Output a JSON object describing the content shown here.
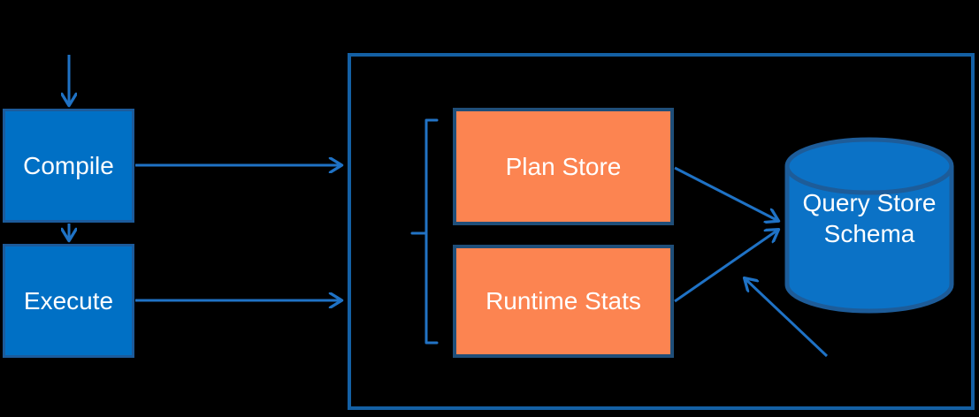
{
  "diagram": {
    "type": "flow-diagram",
    "background_color": "#000000",
    "nodes": {
      "compile": {
        "label": "Compile",
        "shape": "rectangle",
        "fill": "#0070C5",
        "border": "#1C5B9B",
        "text_color": "#FFFFFF"
      },
      "execute": {
        "label": "Execute",
        "shape": "rectangle",
        "fill": "#0070C5",
        "border": "#1C5B9B",
        "text_color": "#FFFFFF"
      },
      "plan_store": {
        "label": "Plan Store",
        "shape": "rectangle",
        "fill": "#FC8451",
        "border": "#1F4E79",
        "text_color": "#FFFFFF"
      },
      "runtime_stats": {
        "label": "Runtime Stats",
        "shape": "rectangle",
        "fill": "#FC8451",
        "border": "#1F4E79",
        "text_color": "#FFFFFF"
      },
      "query_store_schema": {
        "label": "Query Store Schema",
        "shape": "cylinder",
        "fill": "#0B72C6",
        "border": "#1D5C99",
        "text_color": "#FFFFFF"
      },
      "query_store_container": {
        "label": "",
        "shape": "rectangle-outline",
        "border": "#1460A4"
      }
    },
    "edges": [
      {
        "from": "top (off-diagram input)",
        "to": "compile",
        "style": "arrow-down"
      },
      {
        "from": "compile",
        "to": "execute",
        "style": "arrow-down"
      },
      {
        "from": "compile",
        "to": "query_store_container",
        "style": "arrow-right"
      },
      {
        "from": "execute",
        "to": "query_store_container",
        "style": "arrow-right"
      },
      {
        "from": "plan_store",
        "to": "query_store_schema",
        "style": "arrow-diagonal"
      },
      {
        "from": "runtime_stats",
        "to": "query_store_schema",
        "style": "arrow-diagonal"
      },
      {
        "from": "bottom-right (off-diagram)",
        "to": "between runtime_stats and query_store_schema",
        "style": "annotation-arrow-up-left"
      }
    ],
    "bracket": {
      "side": "left-of-plan-store-and-runtime-stats",
      "color": "#2273C5"
    },
    "colors": {
      "arrow": "#1F72C5",
      "bracket": "#2273C5",
      "outer_border": "#1460A4"
    }
  }
}
